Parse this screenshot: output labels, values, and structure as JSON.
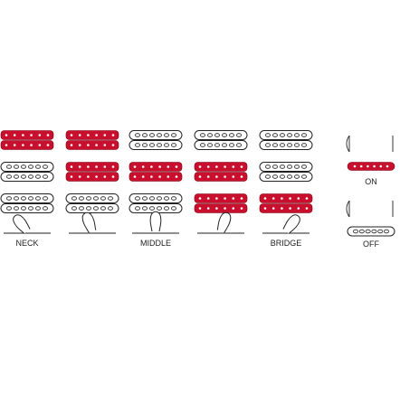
{
  "colors": {
    "active": "#c8102e",
    "active_dot": "#ffffff",
    "outline": "#222222",
    "background": "#ffffff"
  },
  "positions": [
    {
      "label": "NECK",
      "rows": [
        "H",
        "C",
        "C"
      ]
    },
    {
      "label": "",
      "rows": [
        "H",
        "H",
        "C"
      ]
    },
    {
      "label": "MIDDLE",
      "rows": [
        "C",
        "H",
        "C"
      ]
    },
    {
      "label": "",
      "rows": [
        "C",
        "H",
        "H"
      ]
    },
    {
      "label": "BRIDGE",
      "rows": [
        "C",
        "C",
        "H"
      ]
    }
  ],
  "legend": {
    "on_label": "ON",
    "off_label": "OFF"
  }
}
